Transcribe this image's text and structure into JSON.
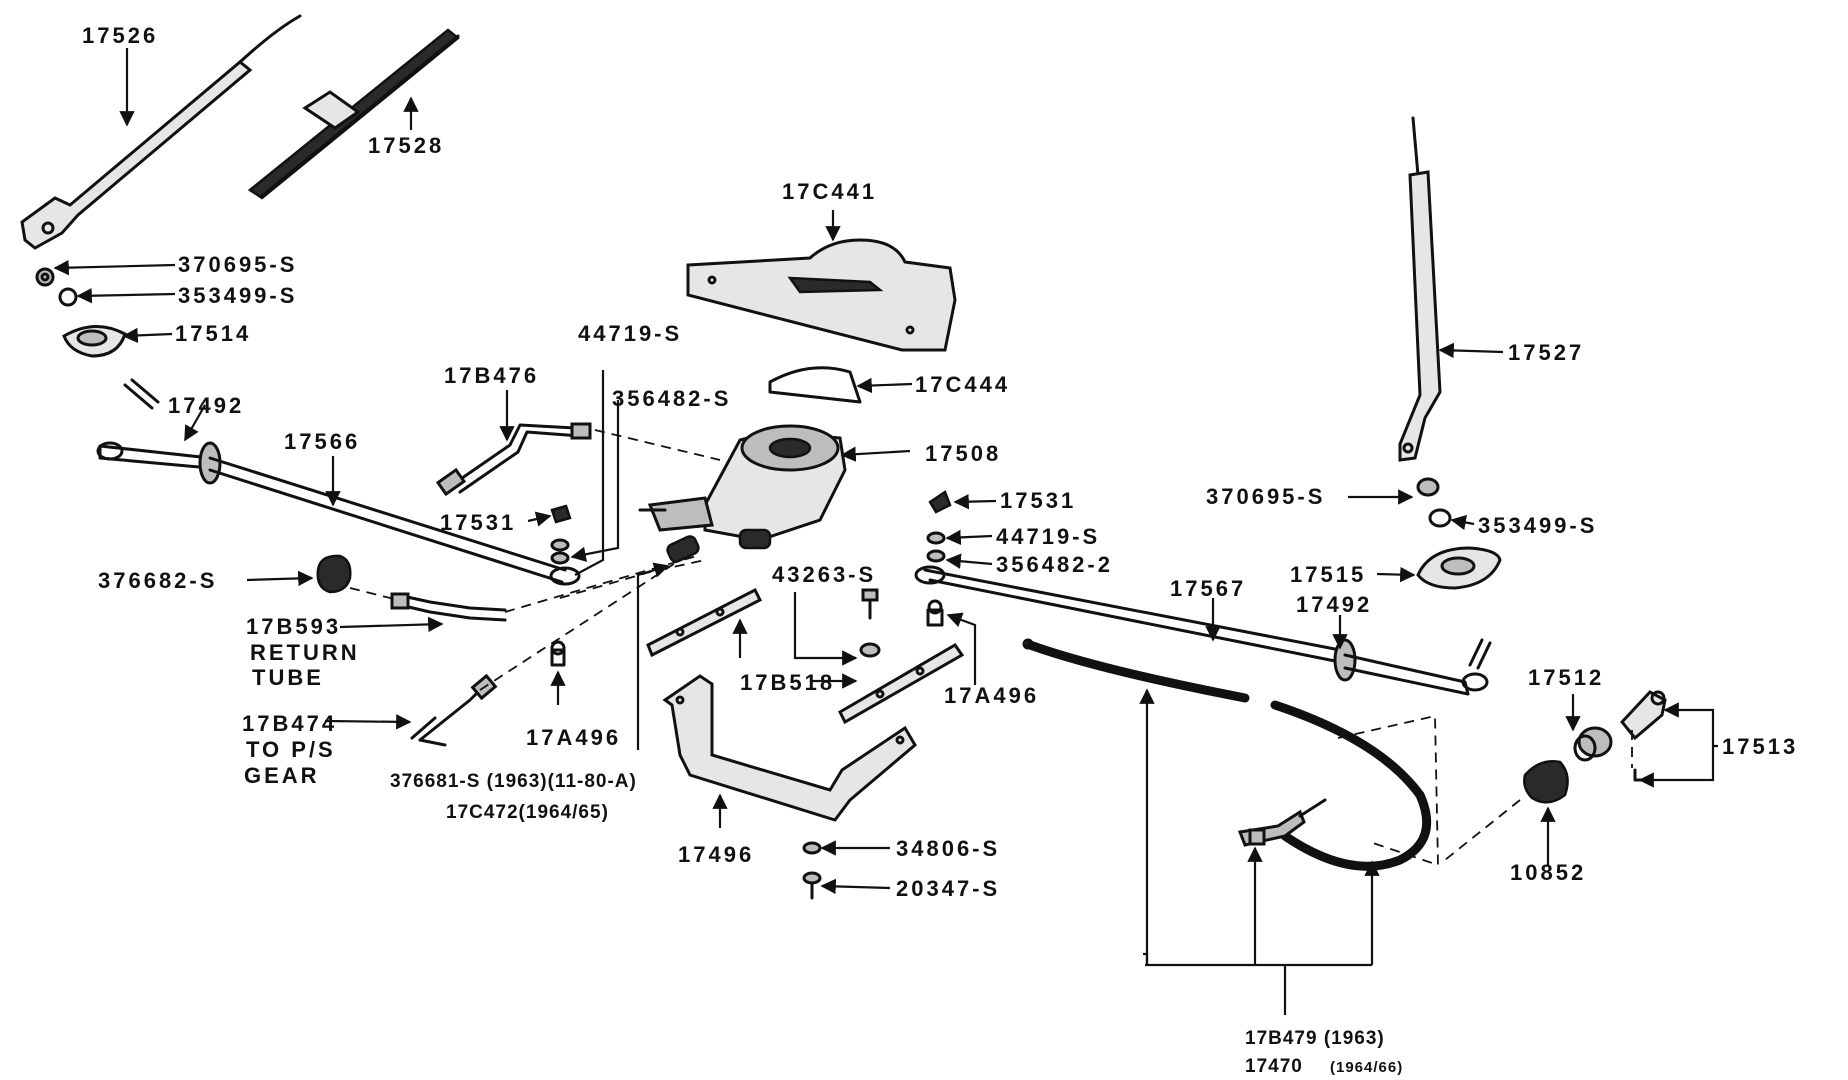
{
  "labels": {
    "p17526": "17526",
    "p17528": "17528",
    "p370695_left": "370695-S",
    "p353499_left": "353499-S",
    "p17514": "17514",
    "p17492_left": "17492",
    "p17566": "17566",
    "p17B476": "17B476",
    "p44719_top": "44719-S",
    "p356482_top": "356482-S",
    "p17C441": "17C441",
    "p17C444": "17C444",
    "p17508": "17508",
    "p17531_left": "17531",
    "p376682": "376682-S",
    "p17B593_line1": "17B593",
    "p17B593_line2": "RETURN",
    "p17B593_line3": "TUBE",
    "p17B474_line1": "17B474",
    "p17B474_line2": "TO P/S",
    "p17B474_line3": "GEAR",
    "p17A496_left": "17A496",
    "p376681_line": "376681-S (1963)(11-80-A)",
    "p17C472_line": "17C472(1964/65)",
    "p43263": "43263-S",
    "p17B518": "17B518",
    "p17496": "17496",
    "p34806": "34806-S",
    "p20347": "20347-S",
    "p17531_right": "17531",
    "p44719_right": "44719-S",
    "p356482_right": "356482-2",
    "p17567": "17567",
    "p17492_right": "17492",
    "p17A496_right": "17A496",
    "p17527": "17527",
    "p370695_right": "370695-S",
    "p353499_right": "353499-S",
    "p17515": "17515",
    "p17512": "17512",
    "p17513": "17513",
    "p10852": "10852",
    "p17B479_line": "17B479 (1963)",
    "p17470_num": "17470",
    "p17470_years": "(1964/66)"
  }
}
